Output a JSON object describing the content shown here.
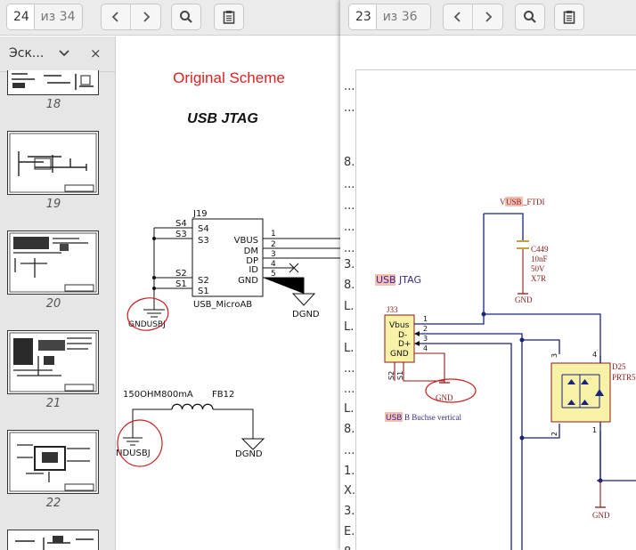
{
  "left_window": {
    "current_page": "24",
    "total_pages": "из 34",
    "sidebar": {
      "title": "Эск...",
      "thumbnails": [
        {
          "label": "18"
        },
        {
          "label": "19"
        },
        {
          "label": "20"
        },
        {
          "label": "21"
        },
        {
          "label": "22"
        }
      ]
    },
    "schematic": {
      "heading": "Original Scheme",
      "subheading": "USB JTAG",
      "connector_ref": "J19",
      "connector_name": "USB_MicroAB",
      "left_pins": [
        "S4",
        "S3",
        "S2",
        "S1"
      ],
      "outer_left_pins": [
        "S4",
        "S3",
        "S2",
        "S1"
      ],
      "right_pins": [
        "VBUS",
        "DM",
        "DP",
        "ID",
        "GND"
      ],
      "pin_numbers": [
        "1",
        "2",
        "3",
        "4",
        "5"
      ],
      "gnd_label_1": "GNDUSBJ",
      "gnd_label_2": "DGND",
      "ferrite_value": "150OHM800mA",
      "ferrite_ref": "FB12",
      "gnd_label_3": "NDUSBJ",
      "gnd_label_4": "DGND"
    }
  },
  "right_window": {
    "current_page": "23",
    "total_pages": "из 36",
    "gutter_chars": [
      "...",
      "...",
      "8.",
      "...",
      "...",
      "...",
      "...",
      "3.",
      "8.",
      "L.",
      "L.",
      "L.",
      "...",
      "...",
      "L.",
      "8.",
      "...",
      "1.",
      "X.",
      "3.",
      "E.",
      "8."
    ],
    "schematic": {
      "vusb_label_v": "V",
      "vusb_label_usb": "USB",
      "vusb_label_rest": "_FTDI",
      "cap_ref": "C449",
      "cap_value": "10nF",
      "cap_voltage": "50V",
      "cap_type": "X7R",
      "cap_gnd": "GND",
      "title_usb": "USB",
      "title_rest": "JTAG",
      "connector_ref": "J33",
      "connector_pins": [
        "Vbus",
        "D-",
        "D+",
        "GND"
      ],
      "connector_pin_numbers": [
        "1",
        "2",
        "3",
        "4"
      ],
      "shield_pins": [
        "S2",
        "S1"
      ],
      "connector_gnd": "GND",
      "footer_usb": "USB",
      "footer_rest": "B Buchse vertical",
      "diode_ref": "D25",
      "diode_name": "PRTR5",
      "diode_pin_top": "4",
      "diode_pin_left_top": "3",
      "diode_pin_left_bottom": "2",
      "diode_pin_bottom": "1",
      "bottom_gnd": "GND"
    }
  }
}
